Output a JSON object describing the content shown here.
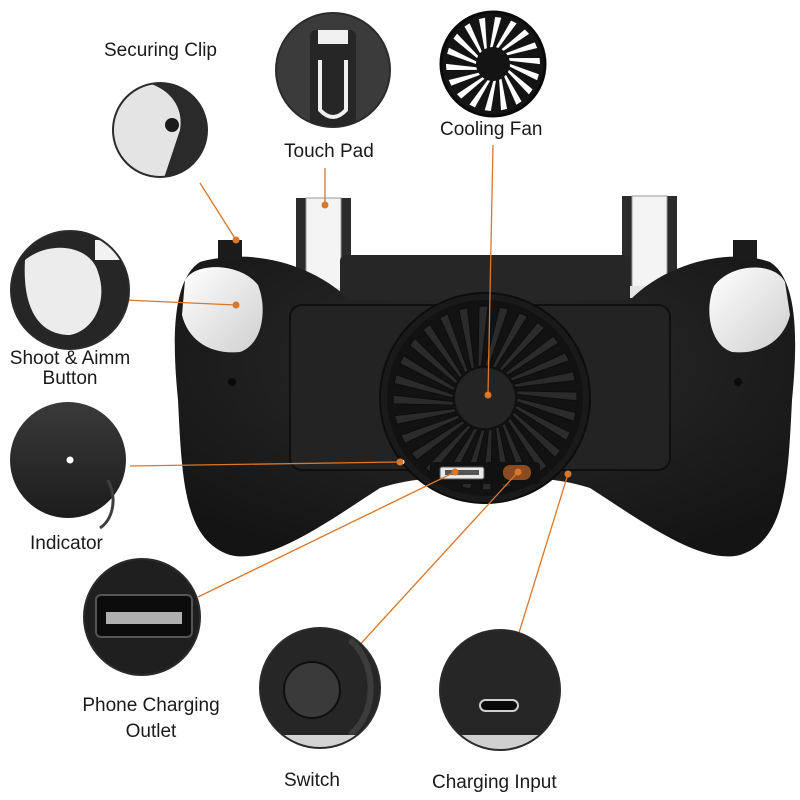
{
  "product": {
    "accent_color": "#d9772a",
    "body_color": "#1e1e1e"
  },
  "callouts": {
    "securing_clip": "Securing Clip",
    "touch_pad": "Touch Pad",
    "cooling_fan": "Cooling Fan",
    "shoot_aim_line1": "Shoot & Aimm",
    "shoot_aim_line2": "Button",
    "indicator": "Indicator",
    "phone_charging_line1": "Phone Charging",
    "phone_charging_line2": "Outlet",
    "switch": "Switch",
    "charging_input": "Charging Input"
  },
  "icons": [
    "fan-icon",
    "usb-port-icon",
    "switch-icon",
    "usb-c-port-icon",
    "indicator-led-icon"
  ]
}
